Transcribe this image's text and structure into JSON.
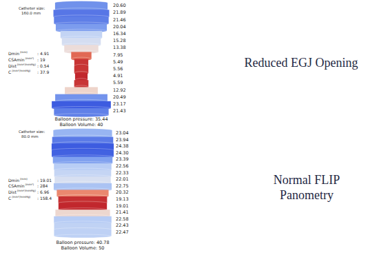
{
  "diagram": {
    "labels": [
      "Catheter size:",
      "160.0 mm",
      "Dmin",
      "(mm)",
      ": 4.91",
      "CSAmin",
      "(mm²)",
      ": 19",
      "Dist",
      "(mm²/mmHg)",
      ": 0.54",
      "C",
      "(mm³/mmHg)",
      ": 37.9",
      "20.60",
      "21.89",
      "21.46",
      "20.04",
      "16.34",
      "15.28",
      "13.38",
      "7.95",
      "5.49",
      "5.56",
      "4.91",
      "5.59",
      "12.92",
      "20.49",
      "23.17",
      "21.43",
      "Balloon pressure: 35.44",
      "Balloon Volume: 40",
      "Reduced EGJ Opening",
      "Catheter size:",
      "80.0 mm",
      "Dmin",
      "(mm)",
      ": 19.01",
      "CSAmin",
      "(mm²)",
      ": 284",
      "Dist",
      "(mm²/mmHg)",
      ": 6.96",
      "C",
      "(mm³/mmHg)",
      ": 158.4",
      "23.04",
      "23.94",
      "24.38",
      "24.30",
      "23.39",
      "22.56",
      "22.33",
      "22.01",
      "22.75",
      "20.32",
      "19.13",
      "19.01",
      "21.41",
      "22.58",
      "22.43",
      "22.47",
      "Balloon pressure: 40.78",
      "Balloon Volume: 50",
      "Normal FLIP Panometry"
    ]
  }
}
